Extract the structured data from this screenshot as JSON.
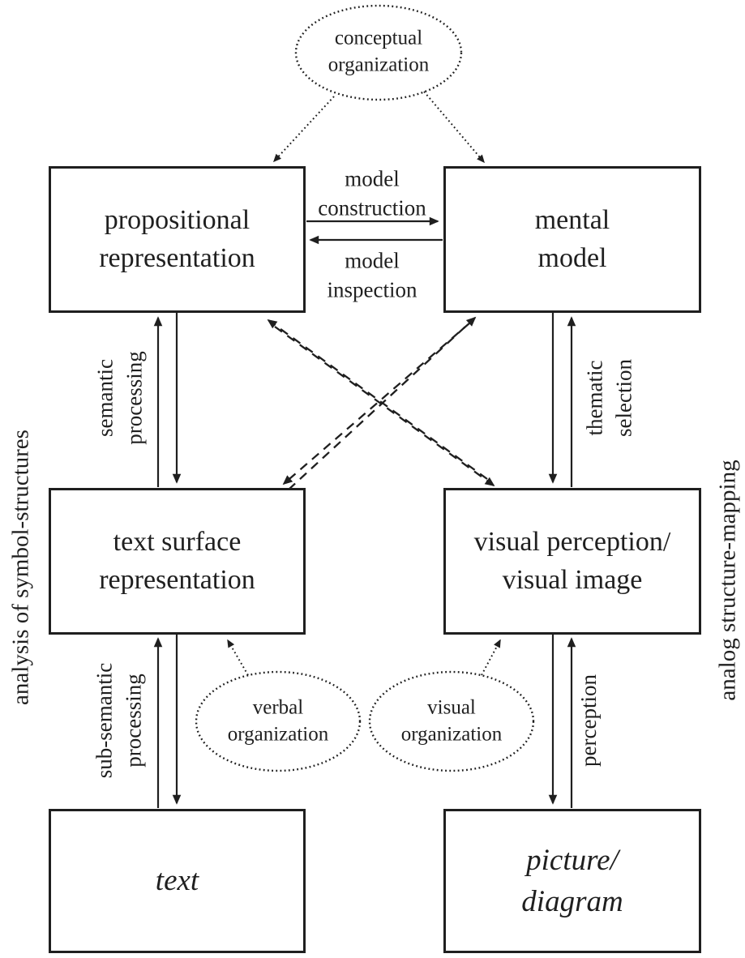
{
  "figure": {
    "colors": {
      "ink": "#1f1f1f",
      "background": "#ffffff"
    },
    "ellipses": {
      "conceptual": "conceptual\norganization",
      "verbal": "verbal\norganization",
      "visual": "visual\norganization"
    },
    "boxes": {
      "propositional": "propositional\nrepresentation",
      "mental_model": "mental\nmodel",
      "text_surface": "text surface\nrepresentation",
      "visual_perception": "visual perception/\nvisual image",
      "text": "text",
      "picture_diagram": "picture/\ndiagram"
    },
    "process_labels": {
      "model_construction": "model\nconstruction",
      "model_inspection": "model\ninspection",
      "semantic_processing": "semantic\nprocessing",
      "thematic_selection": "thematic\nselection",
      "sub_semantic_processing": "sub-semantic\nprocessing",
      "perception": "perception"
    },
    "side_labels": {
      "left": "analysis of symbol-structures",
      "right": "analog structure-mapping"
    }
  }
}
